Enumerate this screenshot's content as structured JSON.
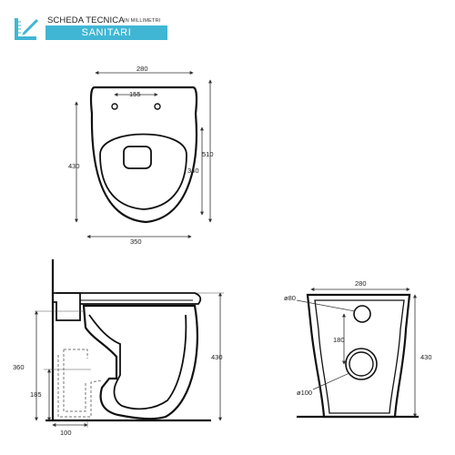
{
  "header": {
    "title": "SCHEDA TECNICA",
    "subtitle": "IN MILLIMETRI",
    "category": "SANITARI",
    "icon": "ruler-pencil-icon",
    "accent_color": "#41b6d4"
  },
  "top_view": {
    "width_top": "280",
    "hole_distance": "155",
    "length_left": "430",
    "length_right": "510",
    "seat_depth": "340",
    "width_bottom": "350"
  },
  "side_view": {
    "height_360": "360",
    "height_185": "185",
    "height_430": "430",
    "width_100": "100"
  },
  "back_view": {
    "width_top": "280",
    "inlet_diameter": "ø80",
    "center_distance": "180",
    "outlet_diameter": "ø100",
    "height": "430"
  }
}
